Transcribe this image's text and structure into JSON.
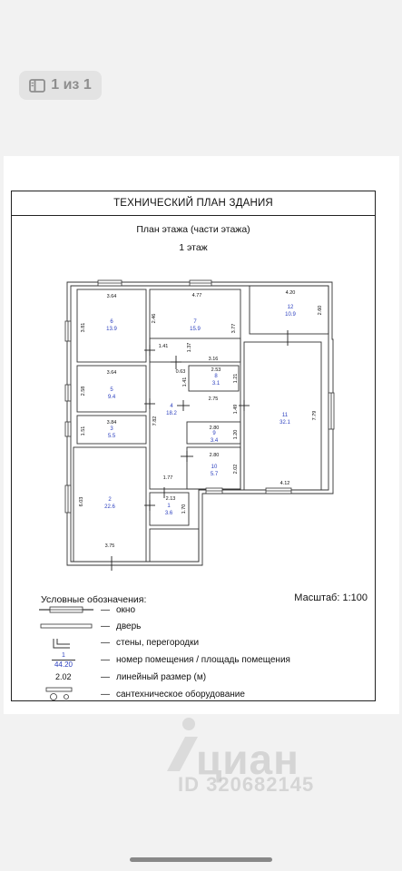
{
  "viewer": {
    "page_counter": "1 из 1"
  },
  "document": {
    "title": "ТЕХНИЧЕСКИЙ ПЛАН ЗДАНИЯ",
    "subtitle": "План этажа (части этажа)",
    "floor": "1 этаж",
    "scale": "Масштаб: 1:100"
  },
  "rooms": [
    {
      "number": "1",
      "area": "3.6"
    },
    {
      "number": "2",
      "area": "22.6"
    },
    {
      "number": "3",
      "area": "5.5"
    },
    {
      "number": "4",
      "area": "18.2"
    },
    {
      "number": "5",
      "area": "9.4"
    },
    {
      "number": "6",
      "area": "13.9"
    },
    {
      "number": "7",
      "area": "15.9"
    },
    {
      "number": "8",
      "area": "3.1"
    },
    {
      "number": "9",
      "area": "3.4"
    },
    {
      "number": "10",
      "area": "5.7"
    },
    {
      "number": "11",
      "area": "32.1"
    },
    {
      "number": "12",
      "area": "10.9"
    }
  ],
  "dimensions": [
    "3.64",
    "3.81",
    "4.77",
    "2.46",
    "3.77",
    "4.20",
    "2.60",
    "1.41",
    "1.37",
    "3.16",
    "0.63",
    "2.53",
    "1.41",
    "1.21",
    "3.64",
    "2.58",
    "2.75",
    "7.82",
    "1.49",
    "3.84",
    "1.51",
    "2.80",
    "1.20",
    "7.79",
    "2.80",
    "2.02",
    "4.12",
    "1.77",
    "6.03",
    "2.13",
    "1.70",
    "3.75"
  ],
  "legend": {
    "title": "Условные обозначения:",
    "items": [
      {
        "text": "окно"
      },
      {
        "text": "дверь"
      },
      {
        "text": "стены, перегородки"
      },
      {
        "text": "номер помещения / площадь помещения",
        "sample_number": "1",
        "sample_area": "44.20"
      },
      {
        "text": "линейный размер (м)",
        "sample_dim": "2.02"
      },
      {
        "text": "сантехническое оборудование"
      }
    ]
  },
  "watermark": {
    "brand": "циан",
    "id": "ID 320682145"
  }
}
